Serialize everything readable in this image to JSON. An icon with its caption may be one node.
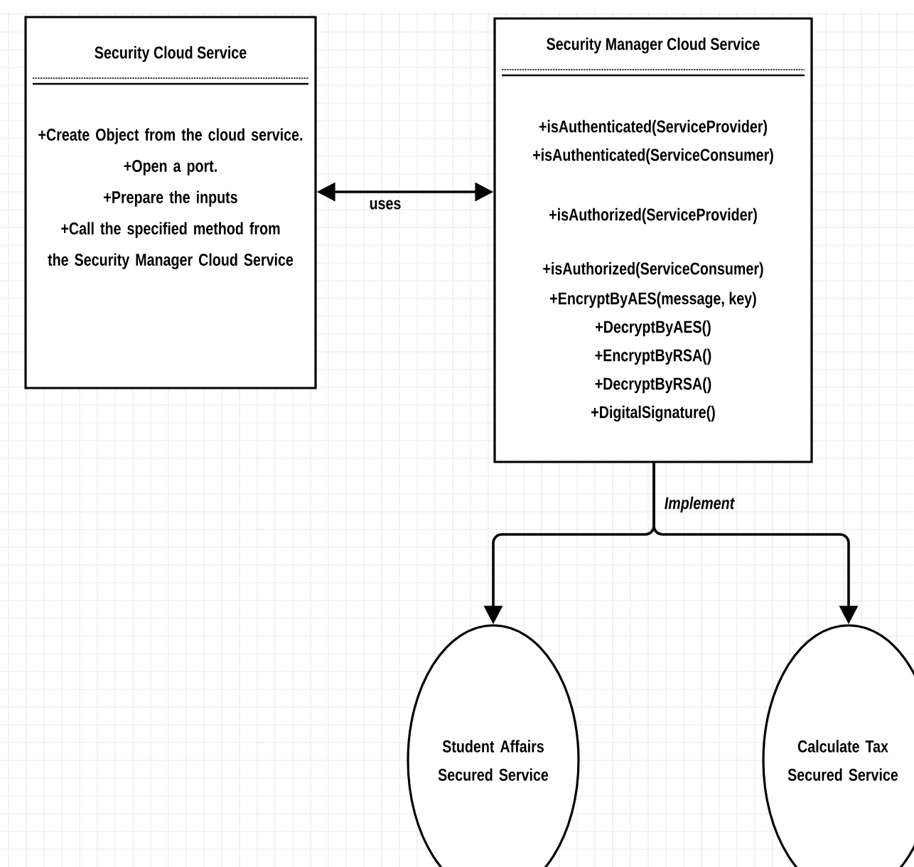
{
  "diagram": {
    "nodes": [
      {
        "text": [
          "Security Cloud Service",
          "+Create Object from the cloud service.",
          "+Open a port.",
          "+Prepare the inputs",
          "+Call the specified method from the Security Manager Cloud Service"
        ]
      },
      {
        "text": [
          "Security Manager Cloud Service",
          "+isAuthenticated(ServiceProvider)",
          "+isAuthenticated(ServiceConsumer)",
          "+isAuthorized(ServiceProvider)",
          "+isAuthorized(ServiceConsumer)",
          "+EncryptByAES(message, key)",
          "+DecryptByAES()",
          "+EncryptByRSA()",
          "+DecryptByRSA()",
          "+DigitalSignature()"
        ]
      },
      {
        "text": [
          "Student Affairs Secured Service"
        ]
      },
      {
        "text": [
          "Calculate Tax Secured Service"
        ]
      }
    ],
    "edges": [
      {
        "from": 0,
        "to": 1,
        "arrow": "both",
        "label": "uses"
      },
      {
        "from": 1,
        "to": 2,
        "arrow": "to",
        "label": "Implement"
      },
      {
        "from": 1,
        "to": 3,
        "arrow": "to"
      }
    ]
  }
}
